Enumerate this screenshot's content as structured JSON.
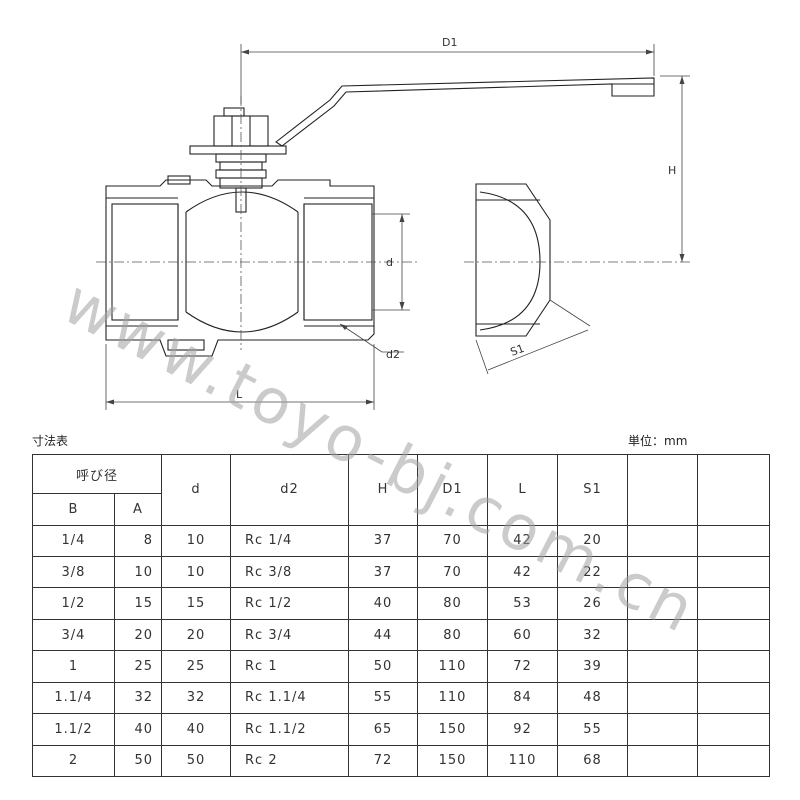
{
  "drawing": {
    "dim_labels": {
      "D1": "D1",
      "H": "H",
      "d": "d",
      "d2": "d2",
      "L": "L",
      "S1": "S1"
    }
  },
  "watermark": "www.toyo-bj.com.cn",
  "table": {
    "caption": "寸法表",
    "unit": "単位：mm",
    "header": {
      "nominal": "呼び径",
      "B": "B",
      "A": "A",
      "d": "d",
      "d2": "d2",
      "H": "H",
      "D1": "D1",
      "L": "L",
      "S1": "S1"
    },
    "rows": [
      [
        "1/4",
        "8",
        "10",
        "Rc 1/4",
        "37",
        "70",
        "42",
        "20"
      ],
      [
        "3/8",
        "10",
        "10",
        "Rc 3/8",
        "37",
        "70",
        "42",
        "22"
      ],
      [
        "1/2",
        "15",
        "15",
        "Rc 1/2",
        "40",
        "80",
        "53",
        "26"
      ],
      [
        "3/4",
        "20",
        "20",
        "Rc 3/4",
        "44",
        "80",
        "60",
        "32"
      ],
      [
        "1",
        "25",
        "25",
        "Rc 1",
        "50",
        "110",
        "72",
        "39"
      ],
      [
        "1.1/4",
        "32",
        "32",
        "Rc 1.1/4",
        "55",
        "110",
        "84",
        "48"
      ],
      [
        "1.1/2",
        "40",
        "40",
        "Rc 1.1/2",
        "65",
        "150",
        "92",
        "55"
      ],
      [
        "2",
        "50",
        "50",
        "Rc 2",
        "72",
        "150",
        "110",
        "68"
      ]
    ]
  }
}
